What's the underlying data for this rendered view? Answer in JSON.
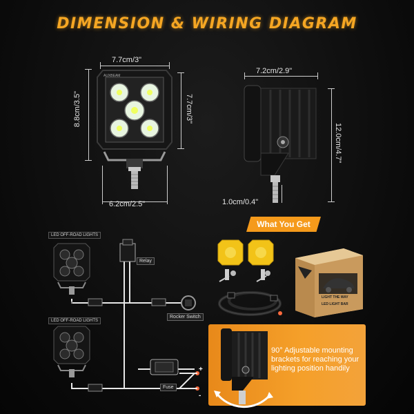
{
  "title": "DIMENSION & WIRING DIAGRAM",
  "front_view": {
    "width_top": "7.7cm/3\"",
    "height_left": "8.8cm/3.5\"",
    "height_right": "7.7cm/3\"",
    "bracket_width": "6.2cm/2.5\"",
    "brand_label": "AUXBEAM"
  },
  "side_view": {
    "depth_top": "7.2cm/2.9\"",
    "height_right": "12.0cm/4.7\"",
    "bolt_width": "1.0cm/0.4\""
  },
  "wiring": {
    "light_label_1": "LED OFF-ROAD LIGHTS",
    "light_label_2": "LED OFF-ROAD LIGHTS",
    "relay_label": "Relay",
    "switch_label": "Rocker Switch",
    "fuse_label": "Fuse",
    "plus_sign": "+",
    "minus_sign": "-"
  },
  "package": {
    "heading": "What You Get",
    "box_slogan": "LIGHT THE WAY",
    "box_product": "LED LIGHT BAR"
  },
  "promo": {
    "text": "90° Adjustable mounting brackets for reaching your lighting position handily"
  },
  "colors": {
    "accent": "#f5a623",
    "cover_yellow": "#f2c318",
    "background": "#0b0b0b"
  }
}
